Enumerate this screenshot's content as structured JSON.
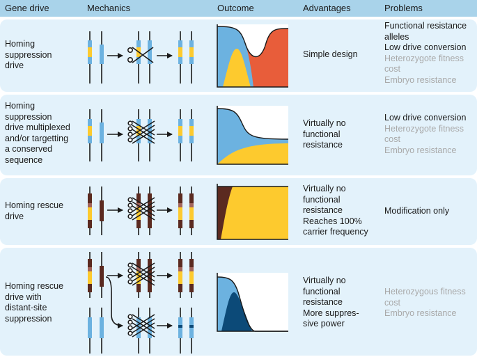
{
  "headers": {
    "gene_drive": "Gene drive",
    "mechanics": "Mechanics",
    "outcome": "Outcome",
    "advantages": "Advantages",
    "problems": "Problems"
  },
  "rows": [
    {
      "name": [
        "Homing",
        "suppression",
        "drive"
      ],
      "advantages": [
        "Simple design"
      ],
      "problems": [
        {
          "text": "Functional resistance",
          "active": true
        },
        {
          "text": "alleles",
          "active": true
        },
        {
          "text": "Low drive conversion",
          "active": true
        },
        {
          "text": "Heterozygote fitness",
          "active": false
        },
        {
          "text": "cost",
          "active": false
        },
        {
          "text": "Embryo resistance",
          "active": false
        }
      ]
    },
    {
      "name": [
        "Homing",
        "suppression",
        "drive multiplexed",
        "and/or targetting",
        "a conserved",
        "sequence"
      ],
      "advantages": [
        "Virtually no",
        "functional",
        "resistance"
      ],
      "problems": [
        {
          "text": "Low drive conversion",
          "active": true
        },
        {
          "text": "Heterozygote fitness",
          "active": false
        },
        {
          "text": "cost",
          "active": false
        },
        {
          "text": "Embryo resistance",
          "active": false
        }
      ]
    },
    {
      "name": [
        "Homing rescue",
        "drive"
      ],
      "advantages": [
        "Virtually no",
        "functional",
        "resistance",
        "Reaches 100%",
        "carrier frequency"
      ],
      "problems": [
        {
          "text": "Modification only",
          "active": true
        }
      ]
    },
    {
      "name": [
        "Homing rescue",
        "drive with",
        "distant-site",
        "suppression"
      ],
      "advantages": [
        "Virtually no",
        "functional",
        "resistance",
        "More suppres-",
        "sive power"
      ],
      "problems": [
        {
          "text": "Heterozygous fitness",
          "active": false
        },
        {
          "text": "cost",
          "active": false
        },
        {
          "text": "Embryo resistance",
          "active": false
        }
      ]
    }
  ],
  "colors": {
    "header": "#a9d3ea",
    "row_bg": "#e3f2fb",
    "wildtype_blue": "#6cb2e0",
    "drive_yellow": "#fdca2e",
    "resistance_orange": "#e85d3a",
    "rescue_brown": "#5b2a20",
    "rescue_pink": "#a3655c",
    "suppression_navy": "#0c4a78",
    "inactive_text": "#a9a9a9"
  }
}
